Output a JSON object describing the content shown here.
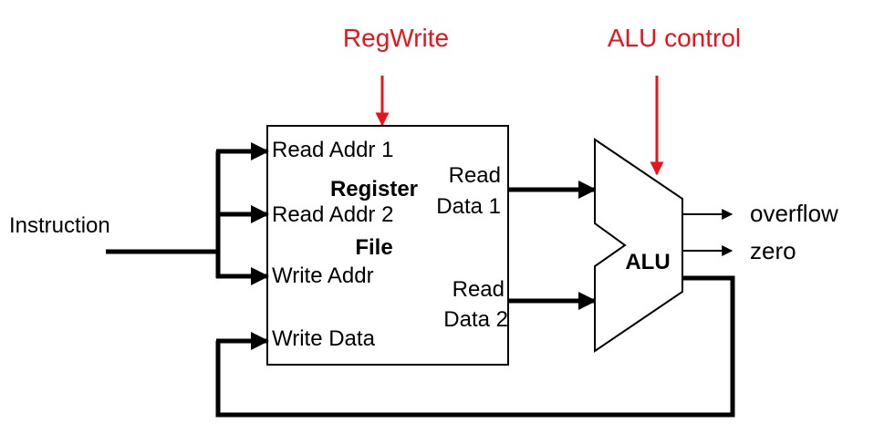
{
  "labels": {
    "reg_write": "RegWrite",
    "alu_control": "ALU control",
    "instruction": "Instruction",
    "read_addr_1": "Read Addr 1",
    "read_addr_2": "Read Addr 2",
    "write_addr": "Write Addr",
    "write_data": "Write Data",
    "register_title": "Register",
    "file_title": "File",
    "read_data_1_line1": "Read",
    "read_data_1_line2": "Data 1",
    "read_data_2_line1": "Read",
    "read_data_2_line2": "Data 2",
    "alu": "ALU",
    "overflow": "overflow",
    "zero": "zero"
  },
  "colors": {
    "control_signal": "#e8141b",
    "wire": "#000000",
    "background": "#ffffff"
  }
}
